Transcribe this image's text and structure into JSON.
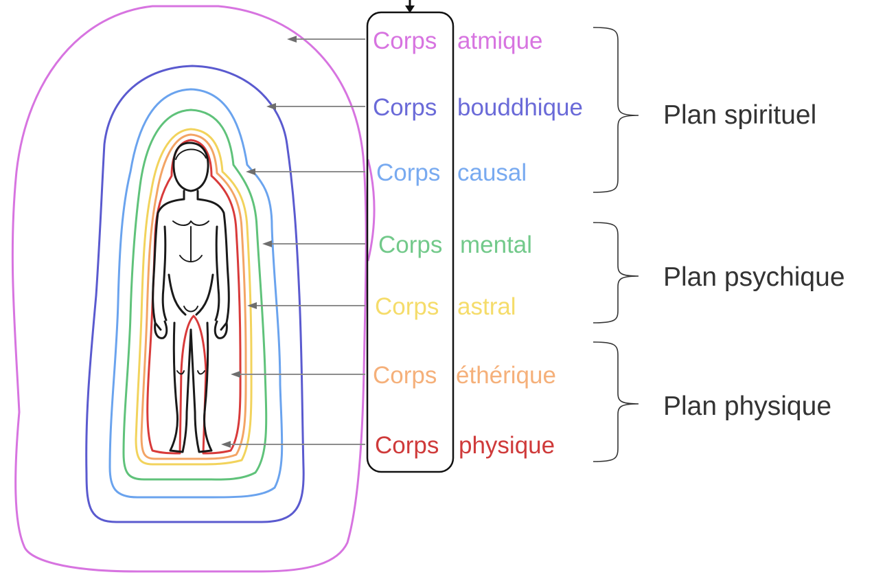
{
  "bodies": [
    {
      "word1": "Corps",
      "word2": "atmique",
      "color": "#d774e0"
    },
    {
      "word1": "Corps",
      "word2": "bouddhique",
      "color": "#6a6ad8"
    },
    {
      "word1": "Corps",
      "word2": "causal",
      "color": "#78aaf0"
    },
    {
      "word1": "Corps",
      "word2": "mental",
      "color": "#72c98a"
    },
    {
      "word1": "Corps",
      "word2": "astral",
      "color": "#f5dc6a"
    },
    {
      "word1": "Corps",
      "word2": "éthérique",
      "color": "#f5b07a"
    },
    {
      "word1": "Corps",
      "word2": "physique",
      "color": "#cf3a3a"
    }
  ],
  "planes": [
    {
      "label": "Plan spirituel"
    },
    {
      "label": "Plan psychique"
    },
    {
      "label": "Plan physique"
    }
  ],
  "icons": {
    "top_arrow": "down-arrow-icon",
    "figure": "human-figure-icon"
  },
  "colors": {
    "text_dark": "#333333",
    "frame": "#111111",
    "pointer": "#8c8c8c"
  }
}
